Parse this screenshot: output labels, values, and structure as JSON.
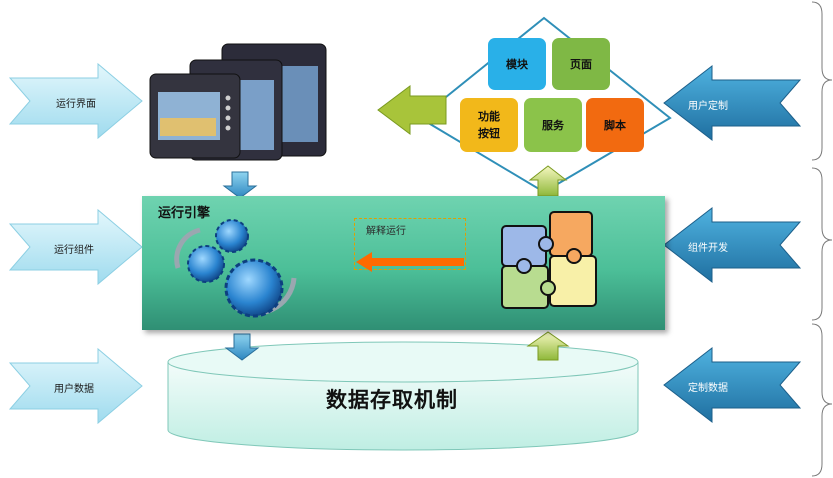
{
  "left_arrows": {
    "ui": "运行界面",
    "component": "运行组件",
    "data": "用户数据"
  },
  "right_arrows": {
    "custom": "用户定制",
    "dev": "组件开发",
    "data": "定制数据"
  },
  "engine": {
    "title": "运行引擎",
    "interpret_label": "解释运行"
  },
  "tiles": {
    "module": "模块",
    "page": "页面",
    "function_button": "功能\n按钮",
    "service": "服务",
    "script": "脚本"
  },
  "database": {
    "label": "数据存取机制"
  },
  "colors": {
    "arrow_left": "#bfeaf5",
    "arrow_right": "#2e8ec4",
    "engine": "#4cbf98",
    "tile_module": "#29b0e8",
    "tile_page": "#7fb845",
    "tile_function": "#f2b81a",
    "tile_service": "#8bc34a",
    "tile_script": "#f26a10",
    "db": "#d8f4ef",
    "up_arrow": "#8fb83a",
    "down_arrow": "#3aa0d0",
    "orange_arrow": "#ff6a00"
  },
  "icons": [
    "hmi-device-icon",
    "gears-icon",
    "puzzle-icon",
    "brace-icon"
  ]
}
